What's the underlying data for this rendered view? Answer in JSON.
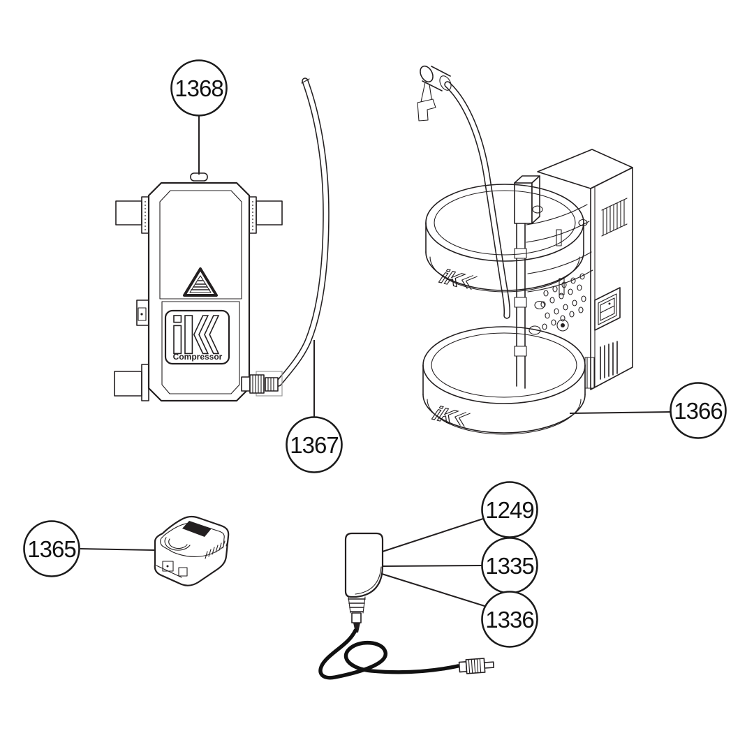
{
  "callouts": [
    {
      "label": "1368"
    },
    {
      "label": "1367"
    },
    {
      "label": "1366"
    },
    {
      "label": "1365"
    },
    {
      "label": "1249"
    },
    {
      "label": "1335"
    },
    {
      "label": "1336"
    }
  ],
  "compressor": {
    "logo": "iK",
    "caption": "Compressor"
  },
  "holder": {
    "upper_band_logo": "iK",
    "lower_band_logo": "iK"
  },
  "colors": {
    "line": "#231f20",
    "background": "#ffffff"
  }
}
